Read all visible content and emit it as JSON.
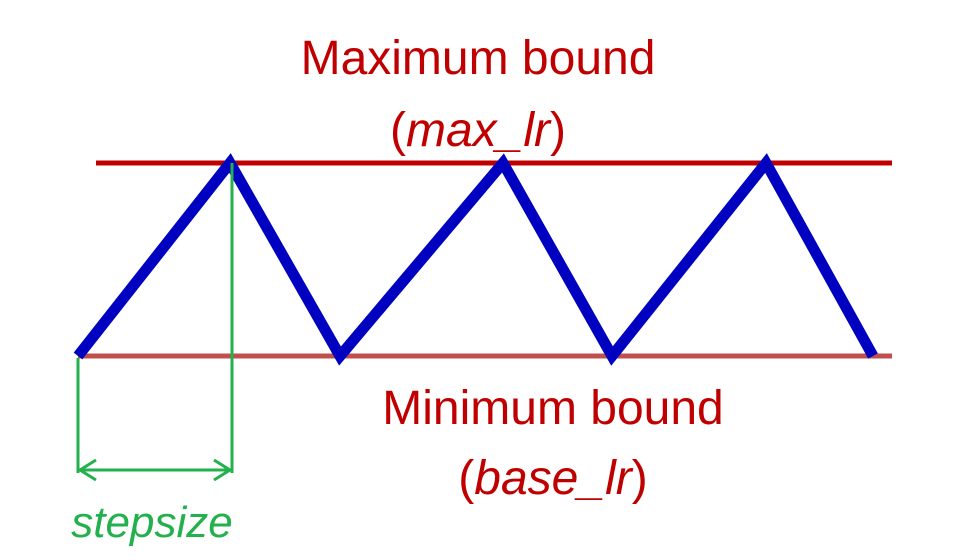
{
  "labels": {
    "max_title": "Maximum bound",
    "max_paren_open": "(",
    "max_var": "max_lr",
    "max_paren_close": ")",
    "min_title": "Minimum bound",
    "min_paren_open": "(",
    "min_var": "base_lr",
    "min_paren_close": ")",
    "stepsize": "stepsize"
  },
  "colors": {
    "bound_line": "#c00000",
    "min_line": "#c0504d",
    "label_text": "#c00000",
    "wave": "#0000c0",
    "stepsize": "#22b14c"
  }
}
